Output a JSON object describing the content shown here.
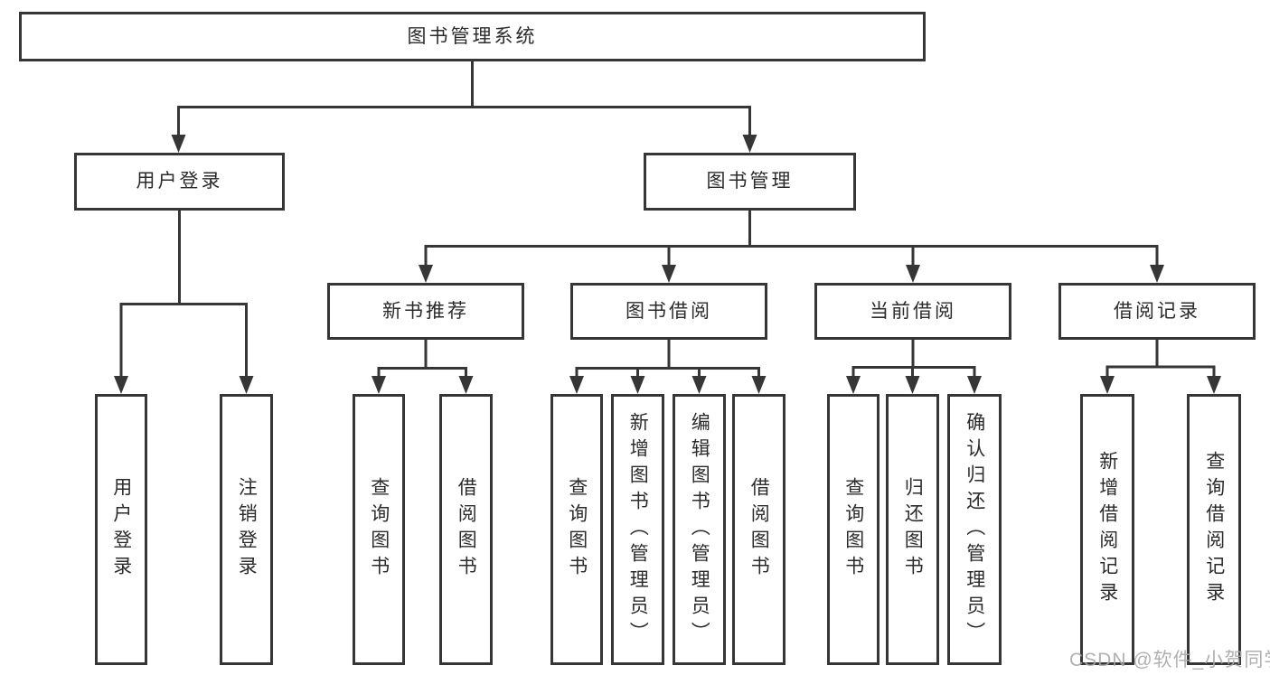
{
  "colors": {
    "line": "#363636",
    "box_border": "#363636",
    "text": "#2b2b2b",
    "watermark": "#a8a8a8",
    "background": "#ffffff"
  },
  "nodes": {
    "root": "图书管理系统",
    "user_login_branch": {
      "label": "用户登录",
      "children": [
        "用户登录",
        "注销登录"
      ]
    },
    "book_management_branch": {
      "label": "图书管理",
      "children": [
        {
          "label": "新书推荐",
          "children": [
            "查询图书",
            "借阅图书"
          ]
        },
        {
          "label": "图书借阅",
          "children": [
            "查询图书",
            "新增图书（管理员）",
            "编辑图书（管理员）",
            "借阅图书"
          ]
        },
        {
          "label": "当前借阅",
          "children": [
            "查询图书",
            "归还图书",
            "确认归还（管理员）"
          ]
        },
        {
          "label": "借阅记录",
          "children": [
            "新增借阅记录",
            "查询借阅记录"
          ]
        }
      ]
    }
  },
  "watermark": "CSDN @软件_小贺同学"
}
